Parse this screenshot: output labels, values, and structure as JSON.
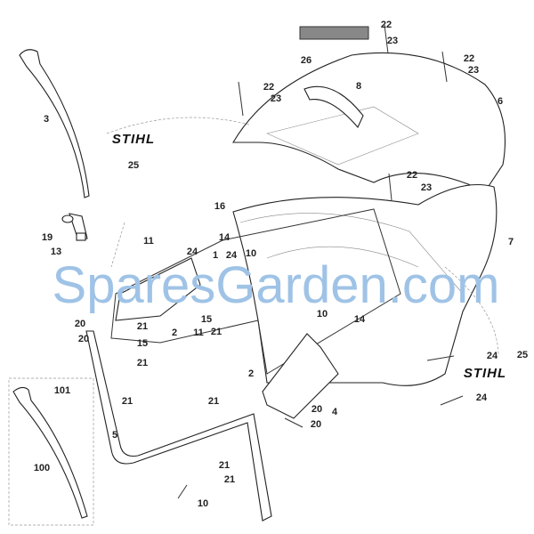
{
  "diagram": {
    "brand_marks": [
      "STIHL",
      "STIHL"
    ],
    "watermark": "SparesGarden.com",
    "callouts": [
      "22",
      "23",
      "26",
      "22",
      "23",
      "8",
      "6",
      "22",
      "23",
      "3",
      "25",
      "16",
      "22",
      "23",
      "7",
      "11",
      "14",
      "24",
      "13",
      "19",
      "24",
      "10",
      "1",
      "15",
      "20",
      "21",
      "11",
      "2",
      "10",
      "14",
      "20",
      "21",
      "15",
      "2",
      "24",
      "25",
      "21",
      "101",
      "21",
      "21",
      "20",
      "4",
      "20",
      "24",
      "5",
      "100",
      "21",
      "21",
      "10"
    ]
  }
}
